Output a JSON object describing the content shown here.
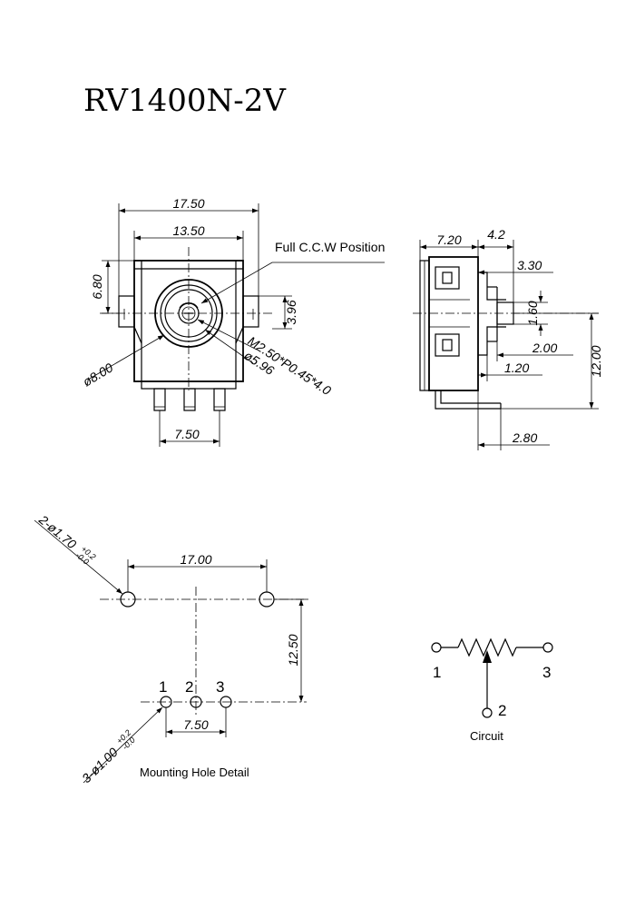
{
  "title": "RV1400N-2V",
  "front_view": {
    "width_outer": "17.50",
    "width_inner": "13.50",
    "height_left": "6.80",
    "height_right": "3.96",
    "shaft_note": "Full C.C.W Position",
    "dia_outer": "ø8.00",
    "thread": "M2.50*P0.45*4.0",
    "dia_inner": "ø5.96",
    "pin_pitch": "7.50"
  },
  "side_view": {
    "w1": "7.20",
    "w2": "4.2",
    "d_330": "3.30",
    "d_160": "1.60",
    "d_200": "2.00",
    "d_120": "1.20",
    "h_1200": "12.00",
    "d_280": "2.80"
  },
  "mounting": {
    "big_holes": "2-ø1.70",
    "big_tol_plus": "+0.2",
    "big_tol_minus": "-0.0",
    "spacing_big": "17.00",
    "spacing_vert": "12.50",
    "pin_1": "1",
    "pin_2": "2",
    "pin_3": "3",
    "pin_pitch": "7.50",
    "small_holes": "3-ø1.00",
    "small_tol_plus": "+0.2",
    "small_tol_minus": "-0.0",
    "caption": "Mounting Hole Detail"
  },
  "circuit": {
    "t1": "1",
    "t2": "2",
    "t3": "3",
    "caption": "Circuit"
  }
}
